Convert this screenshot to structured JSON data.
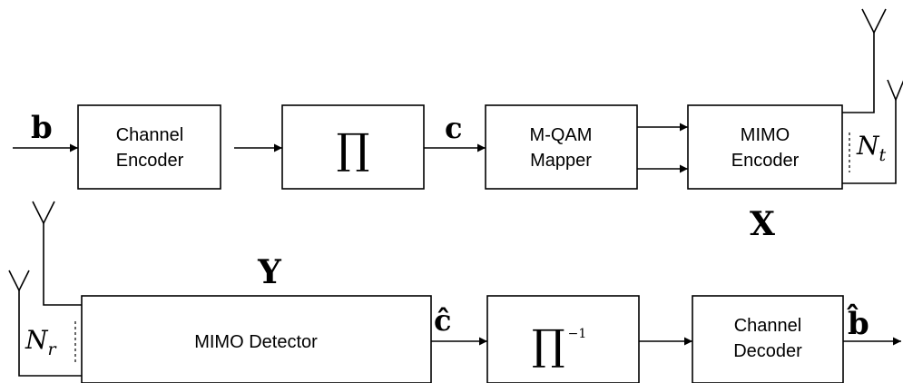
{
  "blocks": {
    "channel_encoder": [
      "Channel",
      "Encoder"
    ],
    "interleaver": "∏",
    "mapper": [
      "M-QAM",
      "Mapper"
    ],
    "mimo_encoder": [
      "MIMO",
      "Encoder"
    ],
    "mimo_detector": "MIMO Detector",
    "deinterleaver": "∏",
    "deinterleaver_exp": "−1",
    "channel_decoder": [
      "Channel",
      "Decoder"
    ]
  },
  "symbols": {
    "b": "b",
    "c": "c",
    "X": "X",
    "Y": "Y",
    "c_hat": "ĉ",
    "b_hat": "b̂",
    "Nt_base": "N",
    "Nt_sub": "t",
    "Nr_base": "N",
    "Nr_sub": "r"
  }
}
